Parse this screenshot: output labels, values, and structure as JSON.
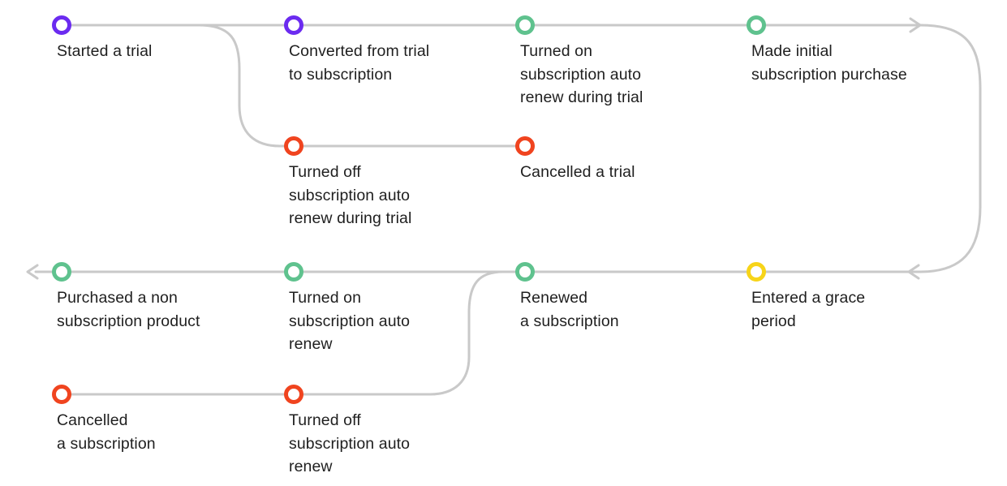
{
  "colors": {
    "line": "#c9c9c9",
    "purple": "#6b2bf0",
    "green": "#5fc28e",
    "red": "#f0441f",
    "yellow": "#f7d419"
  },
  "events": [
    {
      "id": "started-trial",
      "color": "purple",
      "lines": [
        "Started a trial"
      ]
    },
    {
      "id": "converted-from-trial",
      "color": "purple",
      "lines": [
        "Converted from trial",
        "to subscription"
      ]
    },
    {
      "id": "turned-on-auto-renew-trial",
      "color": "green",
      "lines": [
        "Turned on",
        "subscription auto",
        "renew during trial"
      ]
    },
    {
      "id": "made-initial-purchase",
      "color": "green",
      "lines": [
        "Made initial",
        "subscription purchase"
      ]
    },
    {
      "id": "turned-off-auto-renew-trial",
      "color": "red",
      "lines": [
        "Turned off",
        "subscription auto",
        "renew during trial"
      ]
    },
    {
      "id": "cancelled-trial",
      "color": "red",
      "lines": [
        "Cancelled a trial"
      ]
    },
    {
      "id": "purchased-non-subscription",
      "color": "green",
      "lines": [
        "Purchased a non",
        "subscription product"
      ]
    },
    {
      "id": "turned-on-auto-renew",
      "color": "green",
      "lines": [
        "Turned on",
        "subscription auto",
        "renew"
      ]
    },
    {
      "id": "renewed-subscription",
      "color": "green",
      "lines": [
        "Renewed",
        "a subscription"
      ]
    },
    {
      "id": "entered-grace-period",
      "color": "yellow",
      "lines": [
        "Entered a grace",
        "period"
      ]
    },
    {
      "id": "cancelled-subscription",
      "color": "red",
      "lines": [
        "Cancelled",
        "a subscription"
      ]
    },
    {
      "id": "turned-off-auto-renew",
      "color": "red",
      "lines": [
        "Turned off",
        "subscription auto",
        "renew"
      ]
    }
  ]
}
